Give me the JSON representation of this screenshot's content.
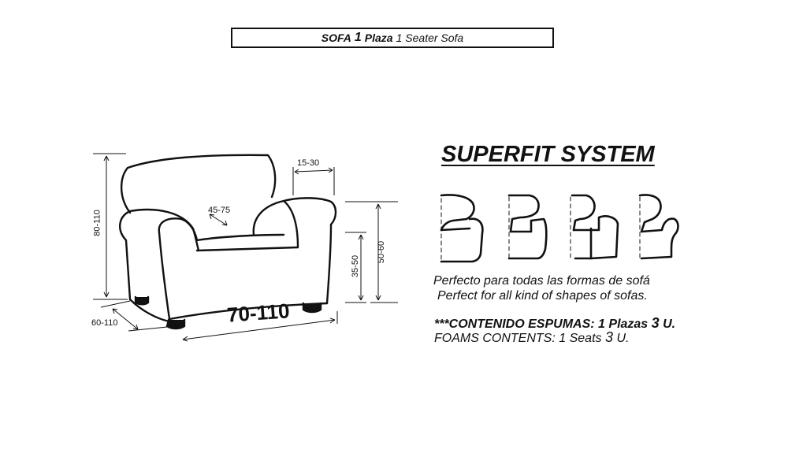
{
  "title": {
    "part1": "SOFA",
    "part2": "1",
    "part3": "Plaza",
    "part4": "1 Seater Sofa"
  },
  "dimensions": {
    "height_total": "80-110",
    "depth": "60-110",
    "width": "70-110",
    "seat_depth": "45-75",
    "arm_width": "15-30",
    "seat_height": "35-50",
    "arm_height": "50-60"
  },
  "superfit": {
    "heading": "SUPERFIT SYSTEM",
    "icons": [
      "arm-shape-round-icon",
      "arm-shape-square-icon",
      "arm-shape-stepped-icon",
      "arm-shape-scroll-icon"
    ]
  },
  "text": {
    "es_shapes": "Perfecto para todas las formas de sofá",
    "en_shapes": "Perfect for all kind of shapes of sofas.",
    "foam_es_label": "***CONTENIDO ESPUMAS:",
    "foam_es_n1": "1",
    "foam_es_unit1": "Plazas",
    "foam_es_n2": "3",
    "foam_es_unit2": "U.",
    "foam_en_label": "FOAMS CONTENTS:",
    "foam_en_n1": "1",
    "foam_en_unit1": "Seats",
    "foam_en_n2": "3",
    "foam_en_unit2": "U."
  },
  "colors": {
    "ink": "#111111",
    "background": "#ffffff"
  }
}
